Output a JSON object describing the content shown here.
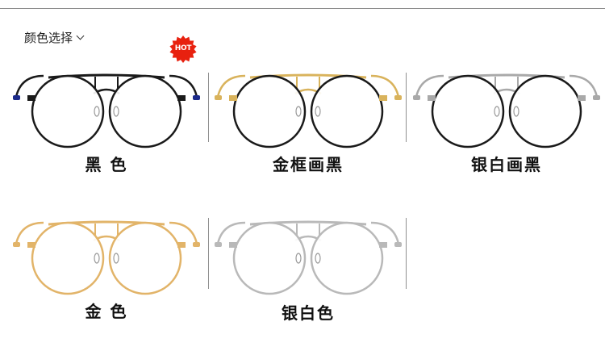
{
  "header": {
    "title": "颜色选择"
  },
  "badge": {
    "text": "HOT",
    "color": "#e8210f"
  },
  "products": [
    {
      "label": "黑 色",
      "frame_color": "#1a1a1a",
      "bridge_color": "#1a1a1a",
      "temple_color": "#1a1a1a",
      "tip_color": "#1c2a8a",
      "hot": true
    },
    {
      "label": "金框画黑",
      "frame_color": "#1a1a1a",
      "bridge_color": "#d9b35c",
      "temple_color": "#d9b35c",
      "tip_color": "#d9b35c",
      "hot": false
    },
    {
      "label": "银白画黑",
      "frame_color": "#1a1a1a",
      "bridge_color": "#a9a9a9",
      "temple_color": "#a9a9a9",
      "tip_color": "#a9a9a9",
      "hot": false
    },
    {
      "label": "金 色",
      "frame_color": "#e2b469",
      "bridge_color": "#e2b469",
      "temple_color": "#e2b469",
      "tip_color": "#e2b469",
      "hot": false
    },
    {
      "label": "银白色",
      "frame_color": "#b9b9b9",
      "bridge_color": "#b9b9b9",
      "temple_color": "#b9b9b9",
      "tip_color": "#b9b9b9",
      "hot": false
    }
  ]
}
